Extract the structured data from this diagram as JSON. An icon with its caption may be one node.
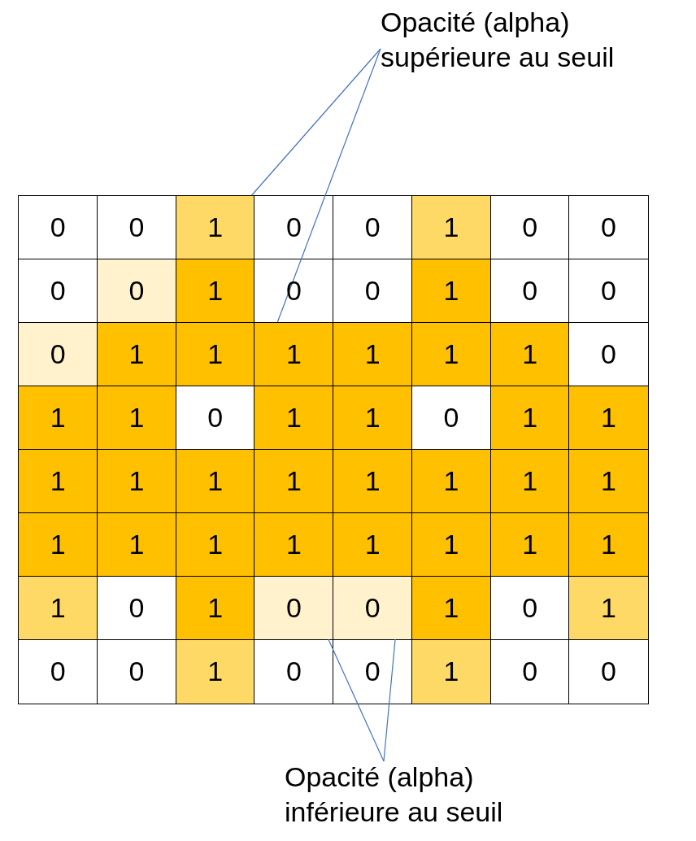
{
  "diagram": {
    "nodes": [
      {
        "text": [
          "Opacité (alpha) supérieure au seuil"
        ]
      },
      {
        "text": [
          "Opacité (alpha) inférieure au seuil"
        ]
      },
      {
        "text": [
          "0"
        ]
      },
      {
        "text": [
          "0"
        ]
      },
      {
        "text": [
          "1"
        ]
      },
      {
        "text": [
          "0"
        ]
      },
      {
        "text": [
          "0"
        ]
      },
      {
        "text": [
          "1"
        ]
      },
      {
        "text": [
          "0"
        ]
      },
      {
        "text": [
          "0"
        ]
      },
      {
        "text": [
          "0"
        ]
      },
      {
        "text": [
          "0"
        ]
      },
      {
        "text": [
          "1"
        ]
      },
      {
        "text": [
          "0"
        ]
      },
      {
        "text": [
          "0"
        ]
      },
      {
        "text": [
          "1"
        ]
      },
      {
        "text": [
          "0"
        ]
      },
      {
        "text": [
          "0"
        ]
      },
      {
        "text": [
          "0"
        ]
      },
      {
        "text": [
          "1"
        ]
      },
      {
        "text": [
          "1"
        ]
      },
      {
        "text": [
          "1"
        ]
      },
      {
        "text": [
          "1"
        ]
      },
      {
        "text": [
          "1"
        ]
      },
      {
        "text": [
          "1"
        ]
      },
      {
        "text": [
          "0"
        ]
      },
      {
        "text": [
          "1"
        ]
      },
      {
        "text": [
          "1"
        ]
      },
      {
        "text": [
          "0"
        ]
      },
      {
        "text": [
          "1"
        ]
      },
      {
        "text": [
          "1"
        ]
      },
      {
        "text": [
          "0"
        ]
      },
      {
        "text": [
          "1"
        ]
      },
      {
        "text": [
          "1"
        ]
      },
      {
        "text": [
          "1"
        ]
      },
      {
        "text": [
          "1"
        ]
      },
      {
        "text": [
          "1"
        ]
      },
      {
        "text": [
          "1"
        ]
      },
      {
        "text": [
          "1"
        ]
      },
      {
        "text": [
          "1"
        ]
      },
      {
        "text": [
          "1"
        ]
      },
      {
        "text": [
          "1"
        ]
      },
      {
        "text": [
          "1"
        ]
      },
      {
        "text": [
          "1"
        ]
      },
      {
        "text": [
          "1"
        ]
      },
      {
        "text": [
          "1"
        ]
      },
      {
        "text": [
          "1"
        ]
      },
      {
        "text": [
          "1"
        ]
      },
      {
        "text": [
          "1"
        ]
      },
      {
        "text": [
          "1"
        ]
      },
      {
        "text": [
          "1"
        ]
      },
      {
        "text": [
          "0"
        ]
      },
      {
        "text": [
          "1"
        ]
      },
      {
        "text": [
          "0"
        ]
      },
      {
        "text": [
          "0"
        ]
      },
      {
        "text": [
          "1"
        ]
      },
      {
        "text": [
          "0"
        ]
      },
      {
        "text": [
          "1"
        ]
      },
      {
        "text": [
          "0"
        ]
      },
      {
        "text": [
          "0"
        ]
      },
      {
        "text": [
          "1"
        ]
      },
      {
        "text": [
          "0"
        ]
      },
      {
        "text": [
          "0"
        ]
      },
      {
        "text": [
          "1"
        ]
      },
      {
        "text": [
          "0"
        ]
      },
      {
        "text": [
          "0"
        ]
      }
    ],
    "edges": [
      {
        "from": 0,
        "to": 4,
        "arrow": "none"
      },
      {
        "from": 0,
        "to": 21,
        "arrow": "none"
      },
      {
        "from": 1,
        "to": 53,
        "arrow": "none"
      },
      {
        "from": 1,
        "to": 54,
        "arrow": "none"
      }
    ]
  }
}
